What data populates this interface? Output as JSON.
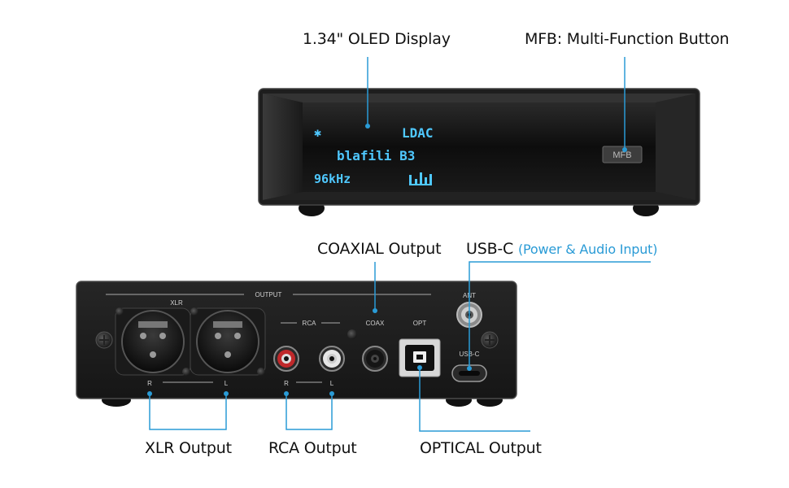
{
  "callouts": {
    "oled_display": "1.34\" OLED Display",
    "mfb": "MFB: Multi-Function Button",
    "coaxial_output": "COAXIAL Output",
    "usbc": "USB-C",
    "usbc_detail": "(Power & Audio Input)",
    "xlr_output": "XLR Output",
    "rca_output": "RCA Output",
    "optical_output": "OPTICAL Output"
  },
  "front_panel": {
    "oled": {
      "bluetooth_symbol": "✱",
      "codec": "LDAC",
      "device_name": "blafili B3",
      "sample_rate": "96kHz",
      "level_meter": "ılıl"
    },
    "mfb_button_label": "MFB"
  },
  "rear_panel": {
    "output_header": "OUTPUT",
    "xlr_label": "XLR",
    "rca_label": "RCA",
    "coax_label": "COAX",
    "opt_label": "OPT",
    "ant_label": "ANT",
    "usbc_label": "USB-C",
    "xlr_r": "R",
    "xlr_l": "L",
    "rca_r": "R",
    "rca_l": "L"
  },
  "colors": {
    "accent_line": "#2a9bd6",
    "oled_text": "#4fc8ff",
    "chassis": "#1c1c1c"
  }
}
